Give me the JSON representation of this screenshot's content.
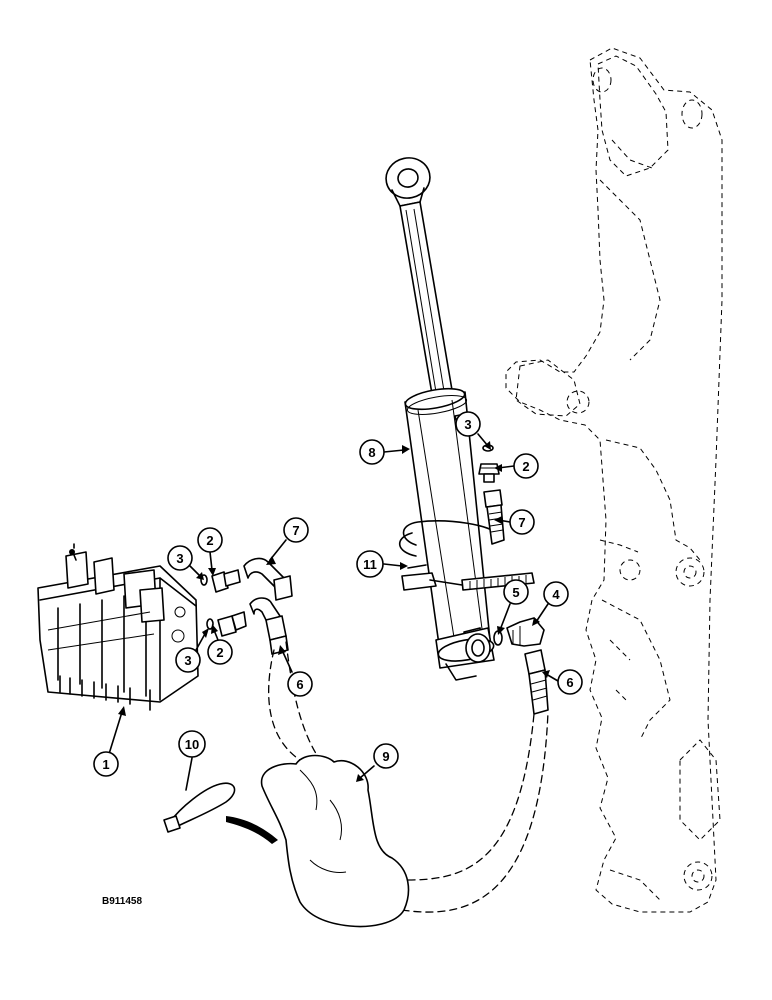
{
  "figure_ref": "B911458",
  "callouts": [
    {
      "id": "c1",
      "label": "1"
    },
    {
      "id": "c2a",
      "label": "2"
    },
    {
      "id": "c3a",
      "label": "3"
    },
    {
      "id": "c2b",
      "label": "2"
    },
    {
      "id": "c3b",
      "label": "3"
    },
    {
      "id": "c7a",
      "label": "7"
    },
    {
      "id": "c6a",
      "label": "6"
    },
    {
      "id": "c8",
      "label": "8"
    },
    {
      "id": "c3c",
      "label": "3"
    },
    {
      "id": "c2c",
      "label": "2"
    },
    {
      "id": "c7b",
      "label": "7"
    },
    {
      "id": "c11",
      "label": "11"
    },
    {
      "id": "c5",
      "label": "5"
    },
    {
      "id": "c4",
      "label": "4"
    },
    {
      "id": "c6b",
      "label": "6"
    },
    {
      "id": "c10",
      "label": "10"
    },
    {
      "id": "c9",
      "label": "9"
    }
  ]
}
